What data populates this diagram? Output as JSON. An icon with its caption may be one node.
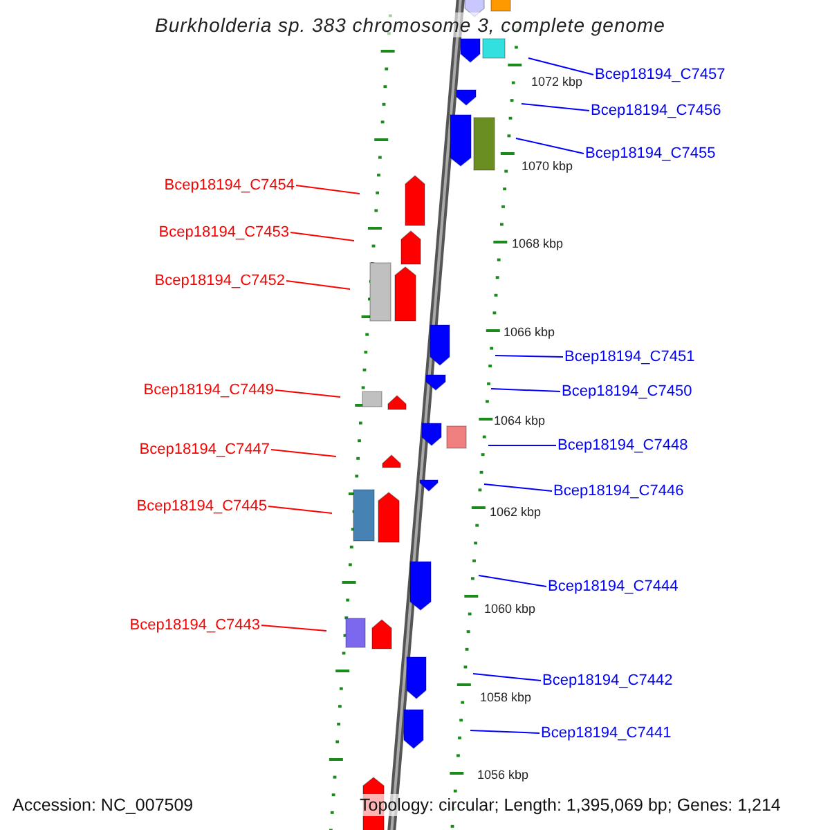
{
  "diagram": {
    "title": "Burkholderia sp. 383 chromosome 3, complete genome",
    "nodes": [
      {
        "text": [
          "Bcep18194_C7457"
        ]
      },
      {
        "text": [
          "Bcep18194_C7456"
        ]
      },
      {
        "text": [
          "Bcep18194_C7455"
        ]
      },
      {
        "text": [
          "Bcep18194_C7454"
        ]
      },
      {
        "text": [
          "Bcep18194_C7453"
        ]
      },
      {
        "text": [
          "Bcep18194_C7452"
        ]
      },
      {
        "text": [
          "Bcep18194_C7451"
        ]
      },
      {
        "text": [
          "Bcep18194_C7449"
        ]
      },
      {
        "text": [
          "Bcep18194_C7450"
        ]
      },
      {
        "text": [
          "Bcep18194_C7448"
        ]
      },
      {
        "text": [
          "Bcep18194_C7447"
        ]
      },
      {
        "text": [
          "Bcep18194_C7446"
        ]
      },
      {
        "text": [
          "Bcep18194_C7445"
        ]
      },
      {
        "text": [
          "Bcep18194_C7444"
        ]
      },
      {
        "text": [
          "Bcep18194_C7443"
        ]
      },
      {
        "text": [
          "Bcep18194_C7442"
        ]
      },
      {
        "text": [
          "Bcep18194_C7441"
        ]
      }
    ],
    "edges": [
      {
        "from": 0,
        "to": null,
        "arrow": "none"
      },
      {
        "from": 1,
        "to": null,
        "arrow": "none"
      },
      {
        "from": 2,
        "to": null,
        "arrow": "none"
      },
      {
        "from": 3,
        "to": null,
        "arrow": "none",
        "color": "#ff0000"
      },
      {
        "from": 4,
        "to": null,
        "arrow": "none",
        "color": "#ff0000"
      },
      {
        "from": 5,
        "to": null,
        "arrow": "none",
        "color": "#ff0000"
      },
      {
        "from": 6,
        "to": null,
        "arrow": "none"
      },
      {
        "from": 7,
        "to": null,
        "arrow": "none",
        "color": "#ff0000"
      },
      {
        "from": 8,
        "to": null,
        "arrow": "none"
      },
      {
        "from": 9,
        "to": null,
        "arrow": "none"
      },
      {
        "from": 10,
        "to": null,
        "arrow": "none",
        "color": "#ff0000"
      },
      {
        "from": 11,
        "to": null,
        "arrow": "none"
      },
      {
        "from": 12,
        "to": null,
        "arrow": "none",
        "color": "#ff0000"
      },
      {
        "from": 13,
        "to": null,
        "arrow": "none"
      },
      {
        "from": 14,
        "to": null,
        "arrow": "none",
        "color": "#ff0000"
      },
      {
        "from": 15,
        "to": null,
        "arrow": "none"
      },
      {
        "from": 16,
        "to": null,
        "arrow": "none"
      }
    ],
    "labels": [
      "1072 kbp",
      "1070 kbp",
      "1068 kbp",
      "1066 kbp",
      "1064 kbp",
      "1062 kbp",
      "1060 kbp",
      "1058 kbp",
      "1056 kbp",
      "Accession: NC_007509",
      "Topology: circular; Length: 1,395,069 bp; Genes: 1,214"
    ]
  }
}
